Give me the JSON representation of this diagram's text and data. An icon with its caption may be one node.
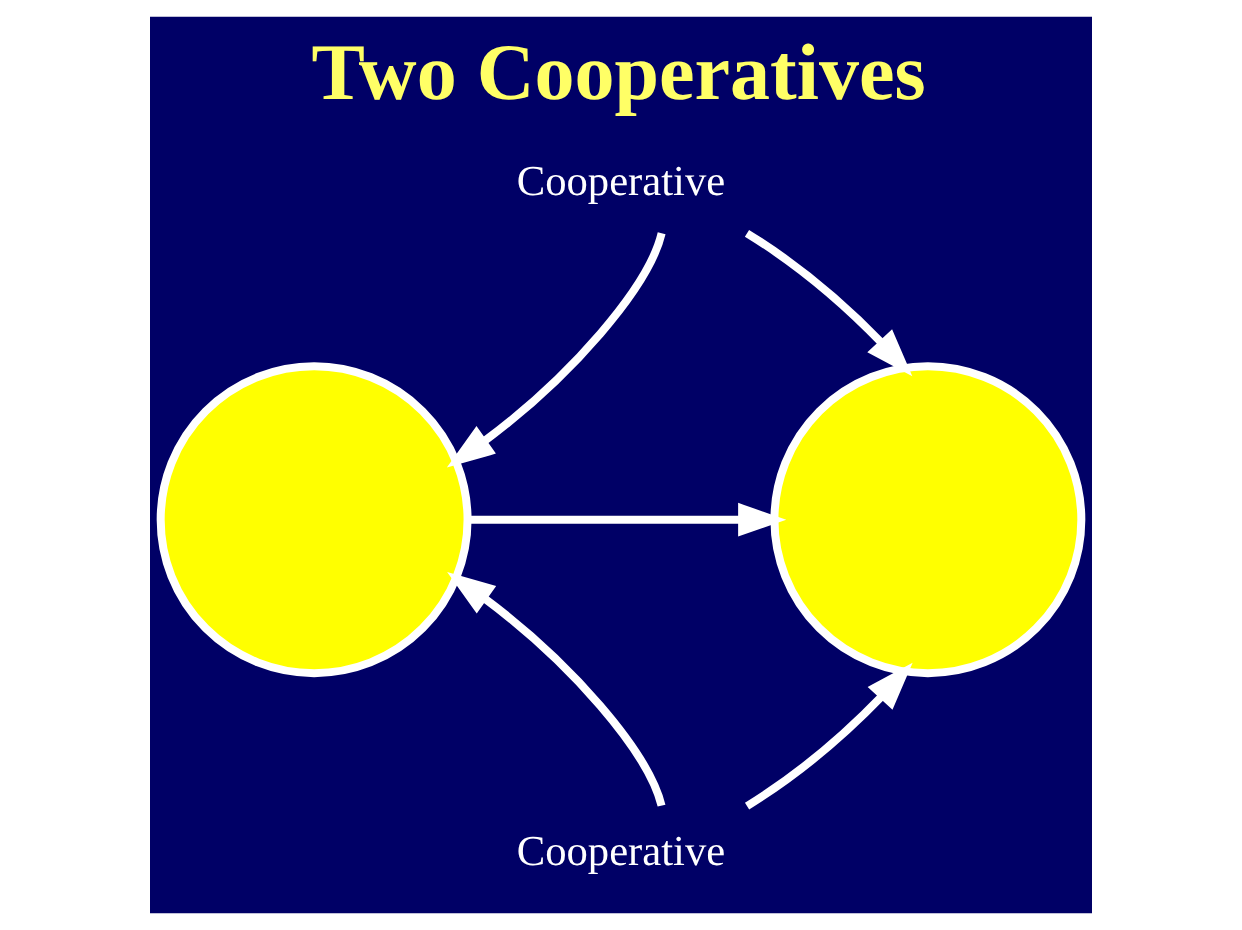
{
  "diagram": {
    "title": "Two Cooperatives",
    "nodes": [
      {
        "text": [
          "Cooperative"
        ]
      },
      {
        "text": [],
        "shape": "circle"
      },
      {
        "text": [],
        "shape": "circle"
      },
      {
        "text": [
          "Cooperative"
        ]
      }
    ],
    "edges": [
      {
        "from": 0,
        "to": 1,
        "arrow": "to"
      },
      {
        "from": 0,
        "to": 2,
        "arrow": "to"
      },
      {
        "from": 1,
        "to": 2,
        "arrow": "to"
      },
      {
        "from": 3,
        "to": 1,
        "arrow": "to"
      },
      {
        "from": 3,
        "to": 2,
        "arrow": "to"
      }
    ]
  }
}
